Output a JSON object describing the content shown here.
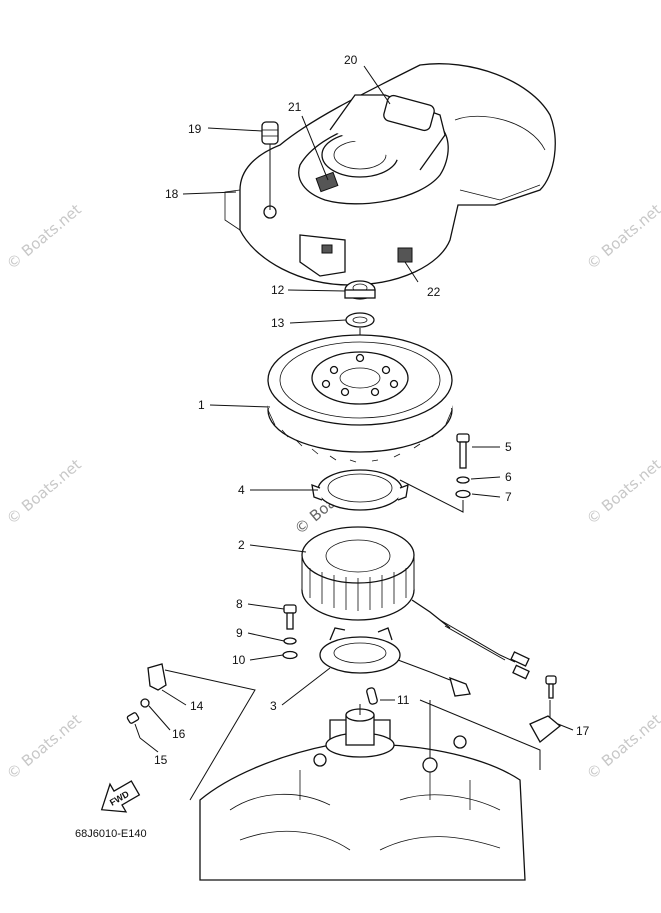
{
  "diagram_code": "68J6010-E140",
  "fwd_label": "FWD",
  "watermark": "© Boats.net",
  "callouts": {
    "p1": "1",
    "p2": "2",
    "p3": "3",
    "p4": "4",
    "p5": "5",
    "p6": "6",
    "p7": "7",
    "p8": "8",
    "p9": "9",
    "p10": "10",
    "p11": "11",
    "p12": "12",
    "p13": "13",
    "p14": "14",
    "p15": "15",
    "p16": "16",
    "p17": "17",
    "p18": "18",
    "p19": "19",
    "p20": "20",
    "p21": "21",
    "p22": "22"
  }
}
